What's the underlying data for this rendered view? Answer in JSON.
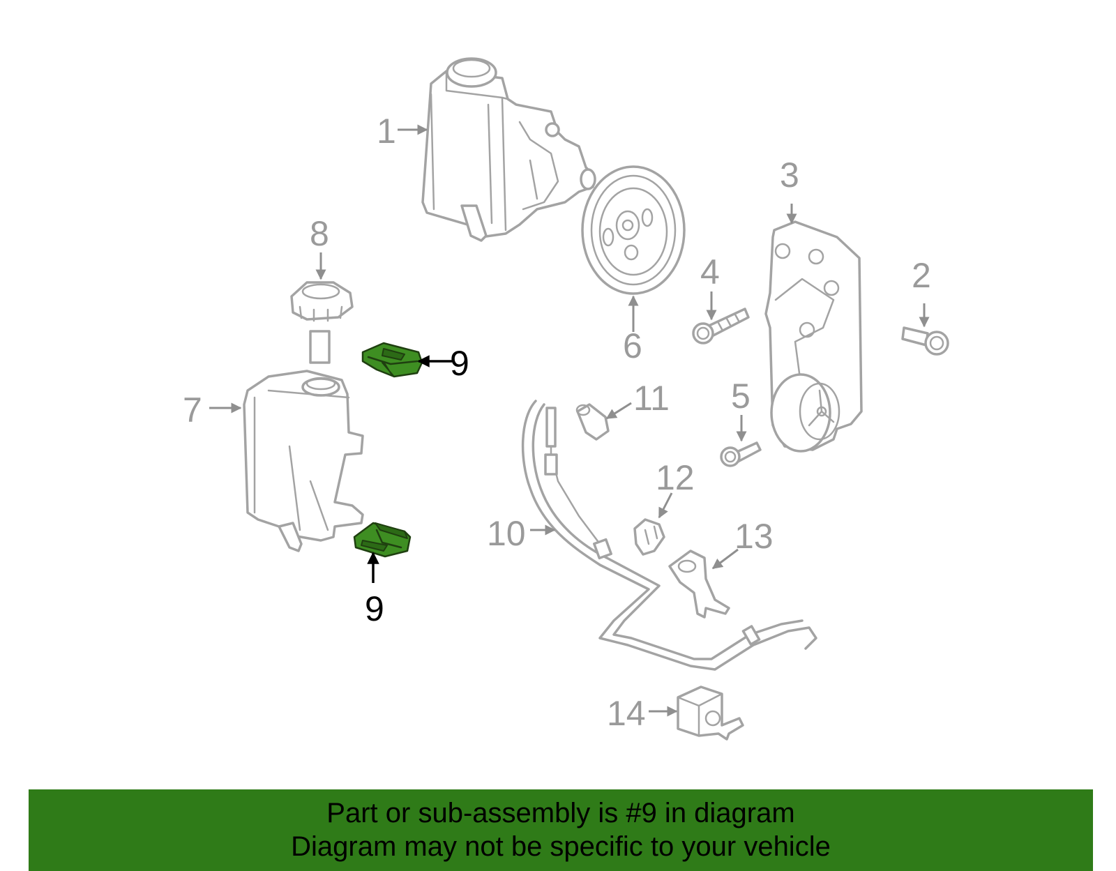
{
  "callouts": [
    {
      "num": "1"
    },
    {
      "num": "2"
    },
    {
      "num": "3"
    },
    {
      "num": "4"
    },
    {
      "num": "5"
    },
    {
      "num": "6"
    },
    {
      "num": "7"
    },
    {
      "num": "8"
    },
    {
      "num": "9"
    },
    {
      "num": "9"
    },
    {
      "num": "10"
    },
    {
      "num": "11"
    },
    {
      "num": "12"
    },
    {
      "num": "13"
    },
    {
      "num": "14"
    }
  ],
  "highlighted_part": "9",
  "colors": {
    "highlight": "#3e8e22",
    "banner": "#2f7b18",
    "part_lines": "#a3a3a3"
  },
  "banner": {
    "line1": "Part or sub-assembly is #9 in diagram",
    "line2": "Diagram may not be specific to your vehicle"
  }
}
